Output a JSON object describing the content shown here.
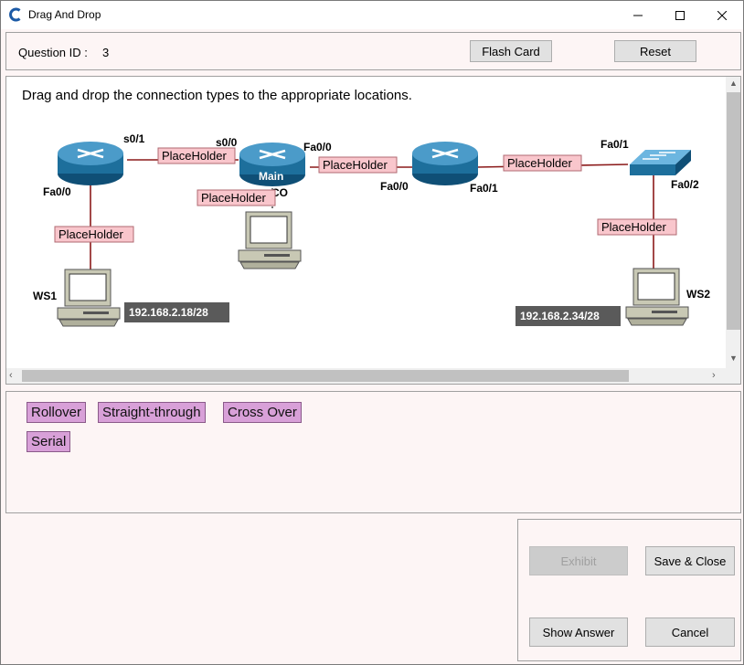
{
  "window": {
    "title": "Drag And Drop"
  },
  "header": {
    "question_id_label": "Question ID :",
    "question_id_value": "3",
    "flash_card_label": "Flash Card",
    "reset_label": "Reset"
  },
  "question": {
    "prompt": "Drag and drop the connection types to the appropriate locations."
  },
  "diagram": {
    "labels": {
      "r1_s01": "s0/1",
      "r1_fa00": "Fa0/0",
      "main_s00": "s0/0",
      "main_fa00": "Fa0/0",
      "main_name": "Main",
      "main_co": "CO",
      "r3_fa00": "Fa0/0",
      "r3_fa01": "Fa0/1",
      "sw_fa01": "Fa0/1",
      "sw_fa02": "Fa0/2",
      "ws1": "WS1",
      "ws2": "WS2"
    },
    "placeholders": [
      "PlaceHolder",
      "PlaceHolder",
      "PlaceHolder",
      "PlaceHolder",
      "PlaceHolder",
      "PlaceHolder"
    ],
    "ips": {
      "ws1": "192.168.2.18/28",
      "ws2": "192.168.2.34/28"
    }
  },
  "answers": {
    "items": [
      "Rollover",
      "Straight-through",
      "Cross Over",
      "Serial"
    ]
  },
  "footer": {
    "exhibit_label": "Exhibit",
    "save_close_label": "Save & Close",
    "show_answer_label": "Show Answer",
    "cancel_label": "Cancel"
  },
  "colors": {
    "drag_item": "#d8a0d8",
    "placeholder": "#f9c6cc",
    "router_blue": "#1d6f9c",
    "link_red": "#8b1a1a"
  },
  "icons": {
    "app": "app-logo-icon",
    "minimize": "minimize-icon",
    "maximize": "maximize-icon",
    "close": "close-icon"
  }
}
